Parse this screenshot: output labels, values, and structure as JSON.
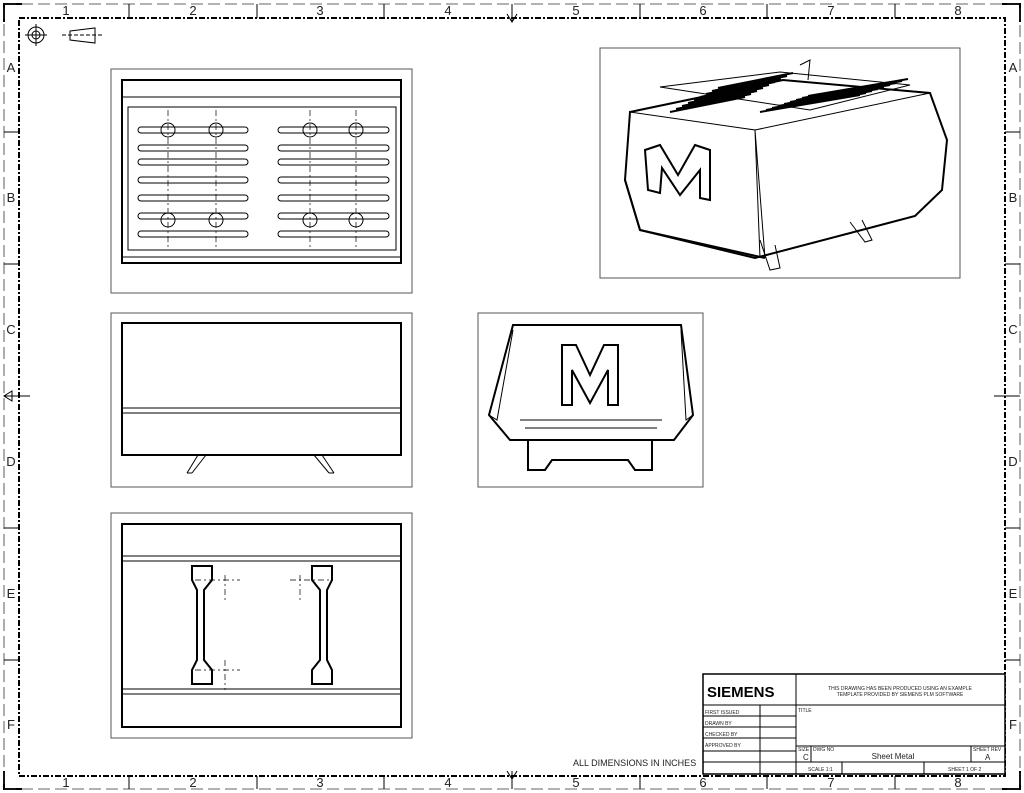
{
  "sheet": {
    "columns": [
      "1",
      "2",
      "3",
      "4",
      "5",
      "6",
      "7",
      "8"
    ],
    "rows": [
      "A",
      "B",
      "C",
      "D",
      "E",
      "F"
    ],
    "dimensions_note": "ALL DIMENSIONS IN INCHES"
  },
  "title_block": {
    "logo": "SIEMENS",
    "notice_line1": "THIS DRAWING HAS BEEN PRODUCED USING AN EXAMPLE",
    "notice_line2": "TEMPLATE PROVIDED BY SIEMENS PLM SOFTWARE",
    "first_issued_label": "FIRST ISSUED",
    "drawn_by_label": "DRAWN BY",
    "checked_by_label": "CHECKED BY",
    "approved_by_label": "APPROVED BY",
    "title_label": "TITLE",
    "size_label": "SIZE",
    "size_value": "C",
    "dwg_no_label": "DWG NO",
    "dwg_no_value": "Sheet Metal",
    "sheet_rev_label": "SHEET REV",
    "sheet_rev_value": "A",
    "scale": "SCALE 1:1",
    "sheet": "SHEET 1 OF 2"
  },
  "views": {
    "letter": "M"
  }
}
